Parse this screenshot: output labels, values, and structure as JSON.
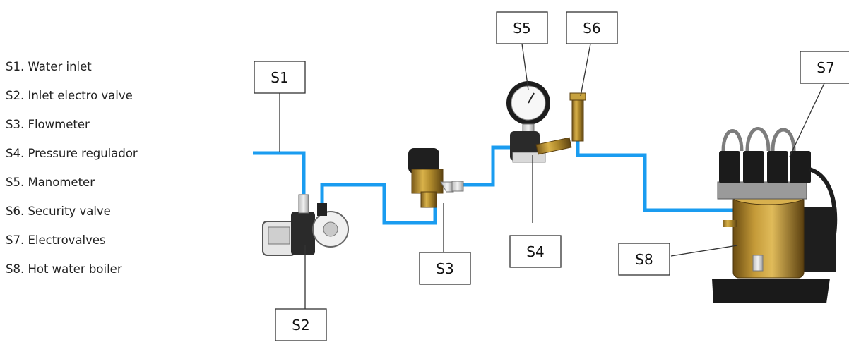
{
  "legend": [
    "S1. Water inlet",
    "S2. Inlet electro valve",
    "S3. Flowmeter",
    "S4. Pressure regulador",
    "S5. Manometer",
    "S6. Security valve",
    "S7. Electrovalves",
    "S8. Hot water boiler"
  ],
  "labels": {
    "s1": "S1",
    "s2": "S2",
    "s3": "S3",
    "s4": "S4",
    "s5": "S5",
    "s6": "S6",
    "s7": "S7",
    "s8": "S8"
  },
  "colors": {
    "pipe": "#1a9cf0",
    "leader": "#333333",
    "box_border": "#333333"
  }
}
